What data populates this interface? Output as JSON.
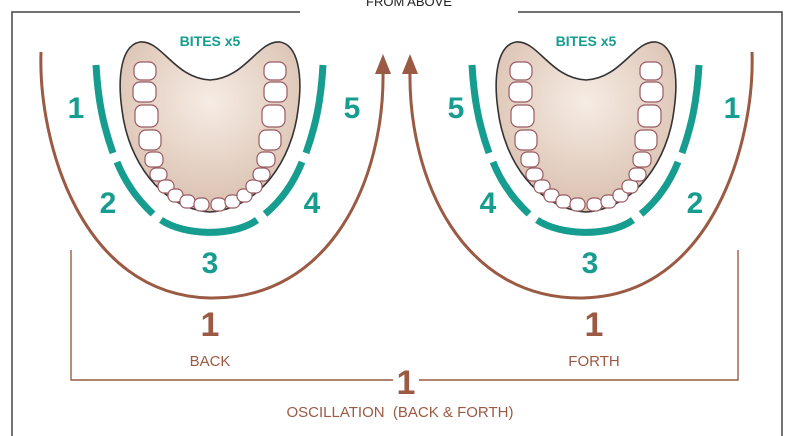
{
  "title": "FROM ABOVE",
  "colors": {
    "teal": "#169d8f",
    "brown": "#9a5a43",
    "border": "#444444",
    "palate": "#e9d7c9",
    "gum_outline": "#333333",
    "tooth_outline": "#9a5a63"
  },
  "left": {
    "bites_label": "BITES x5",
    "segments": [
      "1",
      "2",
      "3",
      "4",
      "5"
    ],
    "count": "1",
    "direction": "BACK"
  },
  "right": {
    "bites_label": "BITES x5",
    "segments": [
      "5",
      "4",
      "3",
      "2",
      "1"
    ],
    "count": "1",
    "direction": "FORTH"
  },
  "footer": {
    "count": "1",
    "label": "OSCILLATION  (BACK & FORTH)"
  }
}
